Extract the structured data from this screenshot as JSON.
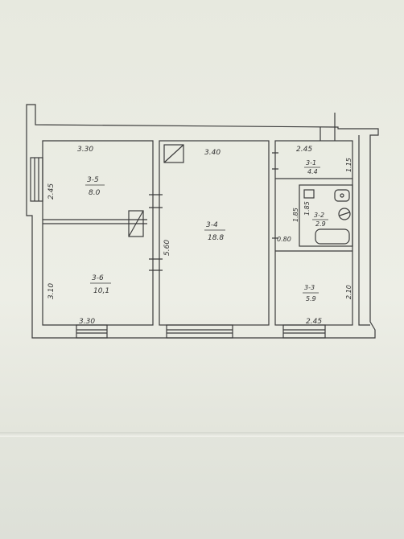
{
  "rooms": [
    {
      "id": "3-5",
      "area": "8.0"
    },
    {
      "id": "3-6",
      "area": "10,1"
    },
    {
      "id": "3-4",
      "area": "18.8"
    },
    {
      "id": "3-1",
      "area": "4.4"
    },
    {
      "id": "3-2",
      "area": "2.9"
    },
    {
      "id": "3-3",
      "area": "5.9"
    }
  ],
  "dimensions": {
    "top_left": "3.30",
    "top_middle": "3.40",
    "top_right": "2.45",
    "left_upper": "2.45",
    "left_lower": "3.10",
    "bottom_left": "3.30",
    "bottom_right": "2.45",
    "middle_vertical": "5.60",
    "hall_right": "1.15",
    "bath_left": "1.85",
    "bath_right": "1.85",
    "door_gap": "0.80",
    "room_33_right": "2.10"
  }
}
